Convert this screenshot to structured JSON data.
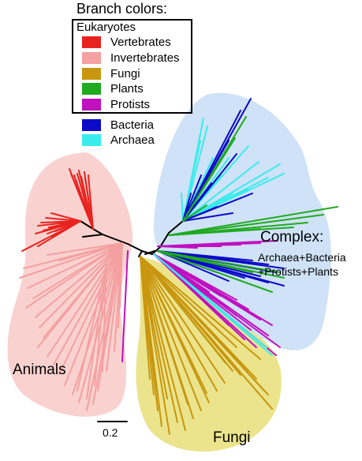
{
  "legend": {
    "title": "Branch colors:",
    "group_label": "Eukaryotes",
    "items": [
      {
        "label": "Vertebrates",
        "color": "#e8231f",
        "group": "Eukaryotes"
      },
      {
        "label": "Invertebrates",
        "color": "#f4a0a0",
        "group": "Eukaryotes"
      },
      {
        "label": "Fungi",
        "color": "#c8960f",
        "group": "Eukaryotes"
      },
      {
        "label": "Plants",
        "color": "#1faa1f",
        "group": "Eukaryotes"
      },
      {
        "label": "Protists",
        "color": "#c010c0",
        "group": "Eukaryotes"
      },
      {
        "label": "Bacteria",
        "color": "#0a0ac8",
        "group": ""
      },
      {
        "label": "Archaea",
        "color": "#38ecec",
        "group": ""
      }
    ]
  },
  "regions": {
    "animals": {
      "label": "Animals",
      "fill": "#f9d2d0"
    },
    "fungi": {
      "label": "Fungi",
      "fill": "#ebe48c"
    },
    "complex": {
      "label": "Complex:",
      "sublabel_1": "Archaea+Bacteria",
      "sublabel_2": "+Protists+Plants",
      "fill": "#cfe2f7"
    }
  },
  "scale_bar": {
    "label": "0.2"
  }
}
